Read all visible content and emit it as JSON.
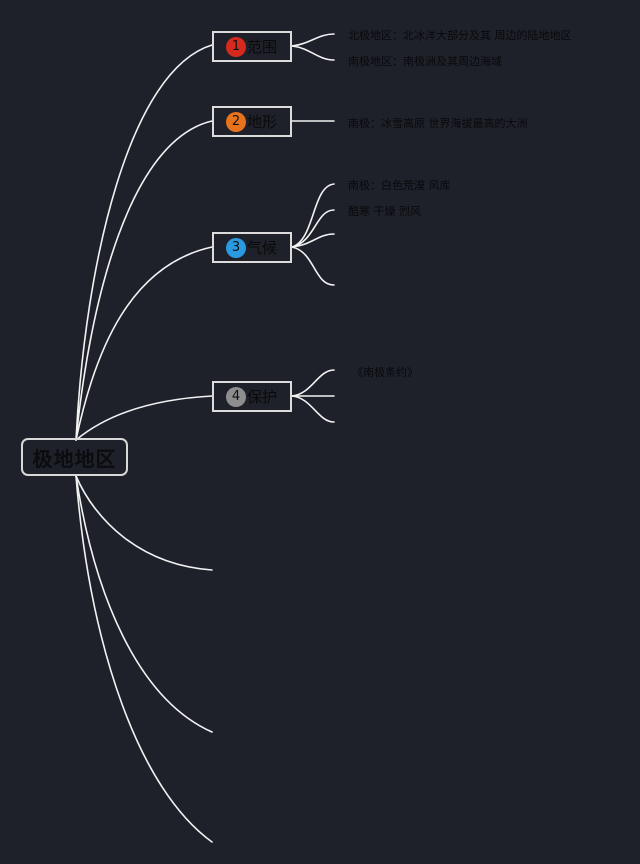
{
  "root": {
    "label": "极地地区"
  },
  "branches": [
    {
      "number": "1",
      "label": "范围",
      "badge_color": "#d62a1e",
      "leaves": [
        "北极地区：北冰洋大部分及其 周边的陆地地区",
        "南极地区：南极洲及其周边海域"
      ]
    },
    {
      "number": "2",
      "label": "地形",
      "badge_color": "#e8731c",
      "leaves": [
        "南极：冰雪高原 世界海拔最高的大洲"
      ]
    },
    {
      "number": "3",
      "label": "气候",
      "badge_color": "#2a9be0",
      "leaves": [
        "南极：白色荒漠 风库",
        "酷寒 干燥 烈风"
      ]
    },
    {
      "number": "4",
      "label": "保护",
      "badge_color": "#8e8e8e",
      "leaves": [
        "《南极条约》"
      ]
    }
  ],
  "colors": {
    "background": "#1e212a",
    "line": "#f2f2f2",
    "node_border": "#dcdcdc"
  }
}
